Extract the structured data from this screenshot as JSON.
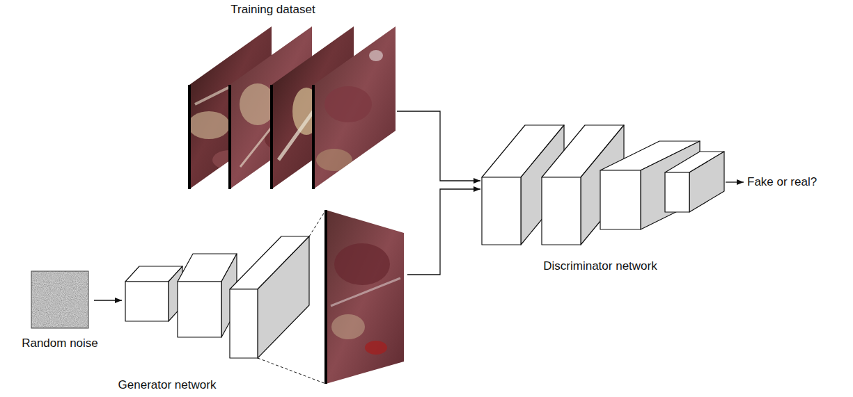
{
  "diagram": {
    "nodes": [
      {
        "text": [
          "Training dataset"
        ]
      },
      {
        "text": [
          "Random noise"
        ]
      },
      {
        "text": [
          "Generator network"
        ]
      },
      {
        "text": [
          "Discriminator network"
        ]
      }
    ],
    "edges": [
      {
        "from": 0,
        "to": 3,
        "arrow": "to"
      },
      {
        "from": 1,
        "to": 2,
        "arrow": "to"
      },
      {
        "from": 2,
        "to": 3,
        "arrow": "to"
      }
    ],
    "labels": [
      "Fake or real?"
    ]
  }
}
